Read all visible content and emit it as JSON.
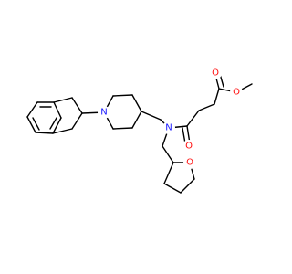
{
  "molecule": {
    "atom_labels": {
      "ester_o_carbonyl": "O",
      "ester_o_single": "O",
      "amide_n": "N",
      "amide_o": "O",
      "piperidine_n": "N",
      "thf_o": "O"
    },
    "colors": {
      "bond": "#000000",
      "nitrogen": "#1a1aff",
      "oxygen": "#ff0d0d",
      "background": "#ffffff"
    }
  }
}
